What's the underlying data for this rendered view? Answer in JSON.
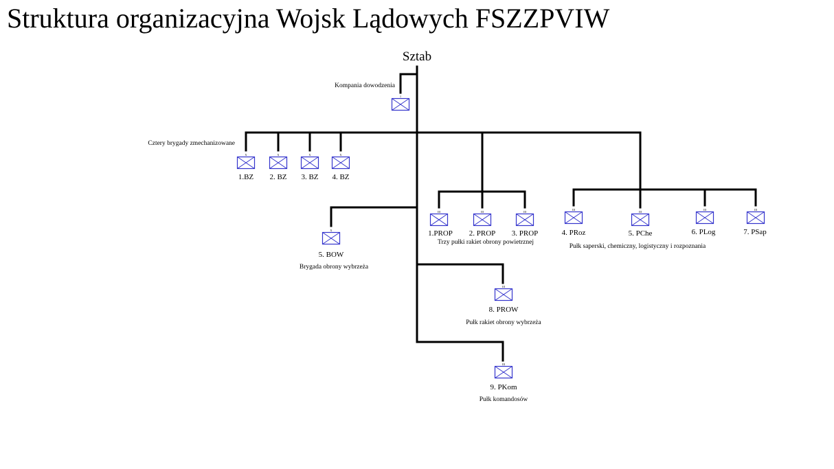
{
  "diagram": {
    "title": "Struktura organizacyjna Wojsk Lądowych FSZZPVIW",
    "root_label": "Sztab",
    "colors": {
      "lines": "#000000",
      "symbols": "#3333cc",
      "text": "#000000"
    },
    "groups": [
      {
        "id": "kd",
        "description": "Kompania dowodzenia",
        "units": [
          {
            "label": "",
            "size_mark": "I"
          }
        ]
      },
      {
        "id": "bz",
        "description": "Cztery brygady zmechanizowane",
        "units": [
          {
            "label": "1.BZ",
            "size_mark": "X"
          },
          {
            "label": "2. BZ",
            "size_mark": "X"
          },
          {
            "label": "3. BZ",
            "size_mark": "X"
          },
          {
            "label": "4. BZ",
            "size_mark": "X"
          }
        ]
      },
      {
        "id": "prop",
        "description": "Trzy pułki rakiet obrony powietrznej",
        "units": [
          {
            "label": "1.PROP",
            "size_mark": "III"
          },
          {
            "label": "2. PROP",
            "size_mark": "III"
          },
          {
            "label": "3. PROP",
            "size_mark": "III"
          }
        ]
      },
      {
        "id": "psupport",
        "description": "Pułk saperski, chemiczny, logistyczny i rozpoznania",
        "units": [
          {
            "label": "4. PRoz",
            "size_mark": "III"
          },
          {
            "label": "5. PChe",
            "size_mark": "III"
          },
          {
            "label": "6. PLog",
            "size_mark": "III"
          },
          {
            "label": "7. PSap",
            "size_mark": "III"
          }
        ]
      },
      {
        "id": "bow",
        "description": "Brygada obrony wybrzeża",
        "units": [
          {
            "label": "5. BOW",
            "size_mark": "X"
          }
        ]
      },
      {
        "id": "prow",
        "description": "Pułk rakiet obrony wybrzeża",
        "units": [
          {
            "label": "8. PROW",
            "size_mark": "III"
          }
        ]
      },
      {
        "id": "pkom",
        "description": "Pułk komandosów",
        "units": [
          {
            "label": "9. PKom",
            "size_mark": "III"
          }
        ]
      }
    ]
  }
}
